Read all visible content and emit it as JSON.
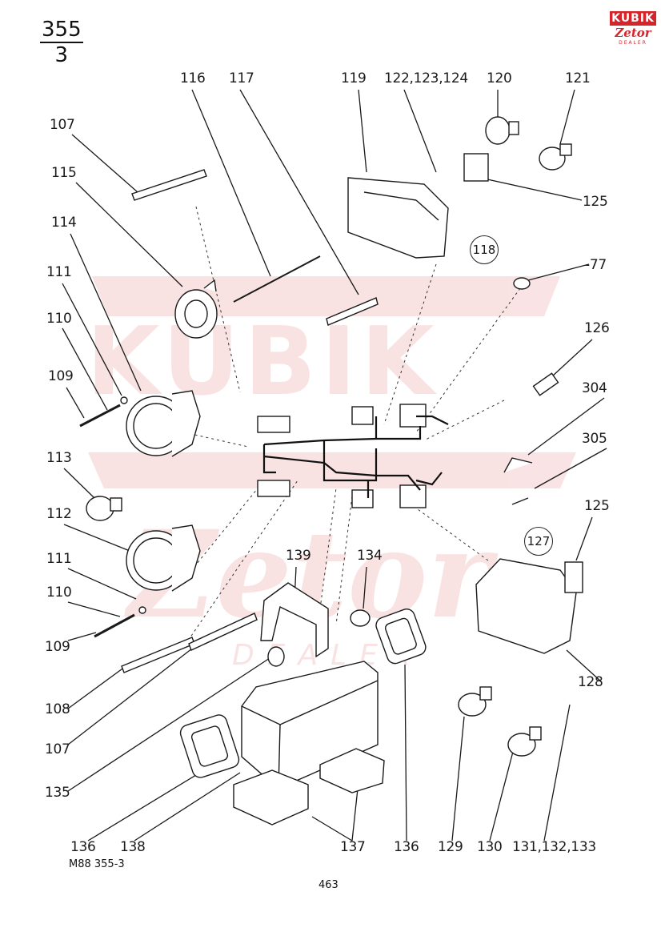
{
  "sheet": {
    "number_top": "355",
    "number_bottom": "3"
  },
  "logo": {
    "brand": "KUBIK",
    "sub": "Zetor",
    "dealer": "DEALER"
  },
  "watermark": {
    "brand": "KUBIK",
    "sub": "Zetor",
    "dealer": "DEALER"
  },
  "callouts": {
    "c116": "116",
    "c117": "117",
    "c119": "119",
    "c122": "122,123,124",
    "c120": "120",
    "c121": "121",
    "c107a": "107",
    "c115": "115",
    "c125a": "125",
    "c118": "118",
    "c77": "-77",
    "c114": "114",
    "c111a": "111",
    "c110a": "110",
    "c126": "126",
    "c109a": "109",
    "c304": "304",
    "c305": "305",
    "c113": "113",
    "c125b": "125",
    "c127": "127",
    "c112": "112",
    "c139": "139",
    "c134": "134",
    "c111b": "111",
    "c110b": "110",
    "c109b": "109",
    "c128": "128",
    "c108": "108",
    "c107b": "107",
    "c135": "135",
    "c136a": "136",
    "c138": "138",
    "c137": "137",
    "c136b": "136",
    "c129": "129",
    "c130": "130",
    "c131": "131,132,133"
  },
  "footer": {
    "drawing_code": "M88   355-3",
    "page_number": "463"
  }
}
